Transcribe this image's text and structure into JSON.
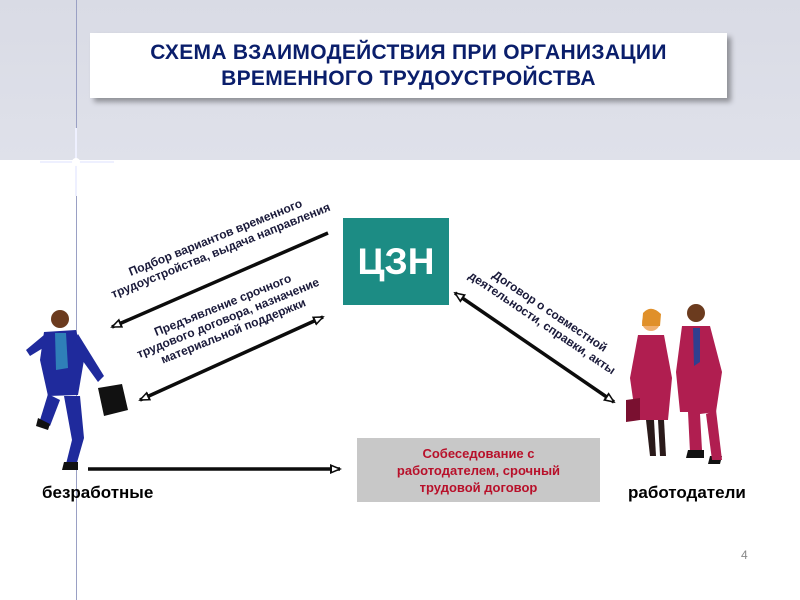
{
  "title": {
    "line1": "СХЕМА ВЗАИМОДЕЙСТВИЯ ПРИ ОРГАНИЗАЦИИ",
    "line2": "ВРЕМЕННОГО ТРУДОУСТРОЙСТВА"
  },
  "nodes": {
    "center": "ЦЗН",
    "left": "безработные",
    "right": "работодатели",
    "interview": {
      "line1": "Собеседование с",
      "line2": "работодателем, срочный",
      "line3": "трудовой договор"
    }
  },
  "edges": {
    "selection": {
      "line1": "Подбор вариантов временного",
      "line2": "трудоустройства, выдача направления"
    },
    "contract": {
      "line1": "Предъявление срочного",
      "line2": "трудового договора, назначение",
      "line3": "материальной поддержки"
    },
    "agreement": {
      "line1": "Договор о совместной",
      "line2": "деятельности, справки, акты"
    }
  },
  "page_number": "4",
  "colors": {
    "title_text": "#0a1e6b",
    "czn_fill": "#1c8c84",
    "interview_text": "#b8102a",
    "employer_suit": "#b01e50",
    "unemployed_suit": "#1f2a9c"
  }
}
